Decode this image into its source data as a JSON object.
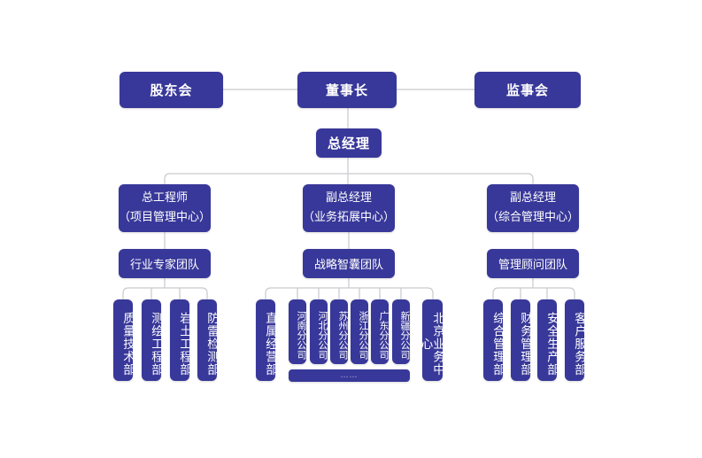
{
  "colors": {
    "node": "#38389a",
    "line": "#c9c9cf",
    "text": "#ffffff"
  },
  "top": {
    "shareholders": "股东会",
    "chairman": "董事长",
    "supervisors": "监事会"
  },
  "gm": "总经理",
  "divisions": [
    {
      "title": "总工程师",
      "subtitle": "（项目管理中心）",
      "team": "行业专家团队",
      "departments": [
        "质量技术部",
        "测绘工程部",
        "岩土工程部",
        "防雷检测部"
      ]
    },
    {
      "title": "副总经理",
      "subtitle": "（业务拓展中心）",
      "team": "战略智囊团队",
      "direct": "直属经营部",
      "branches": [
        "河南分公司",
        "河北分公司",
        "苏州分公司",
        "浙江分公司",
        "广东分公司",
        "新疆分公司"
      ],
      "more": "……",
      "beijing": "北京业务中心"
    },
    {
      "title": "副总经理",
      "subtitle": "（综合管理中心）",
      "team": "管理顾问团队",
      "departments": [
        "综合管理部",
        "财务管理部",
        "安全生产部",
        "客户服务部"
      ]
    }
  ]
}
